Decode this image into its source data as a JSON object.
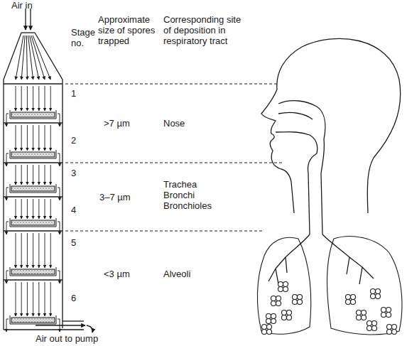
{
  "diagram": {
    "labels": [
      "Air in",
      "Stage no.",
      "Approximate size of spores trapped",
      "Corresponding site of deposition in respiratory tract",
      "1",
      "2",
      "3",
      "4",
      "5",
      "6",
      ">7 µm",
      "3–7 µm",
      "<3 µm",
      "Nose",
      "Trachea Bronchi Bronchioles",
      "Alveoli",
      "Air out to pump"
    ]
  }
}
